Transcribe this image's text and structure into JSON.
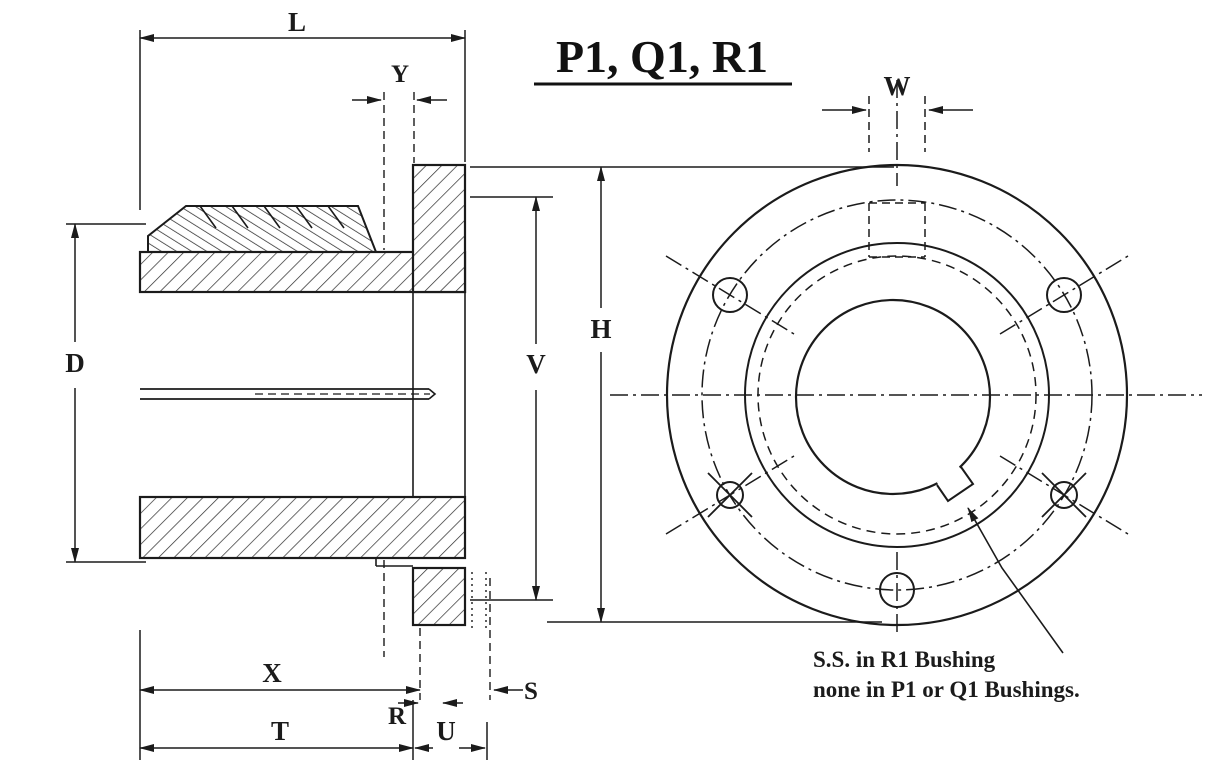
{
  "title": "P1, Q1, R1",
  "labels": {
    "L": "L",
    "Y": "Y",
    "D": "D",
    "V": "V",
    "H": "H",
    "W": "W",
    "X": "X",
    "R": "R",
    "T": "T",
    "U": "U",
    "S": "S"
  },
  "note": {
    "line1": "S.S. in R1 Bushing",
    "line2": "none in P1 or Q1 Bushings."
  },
  "colors": {
    "ink": "#1b1b1b",
    "background": "#ffffff"
  }
}
